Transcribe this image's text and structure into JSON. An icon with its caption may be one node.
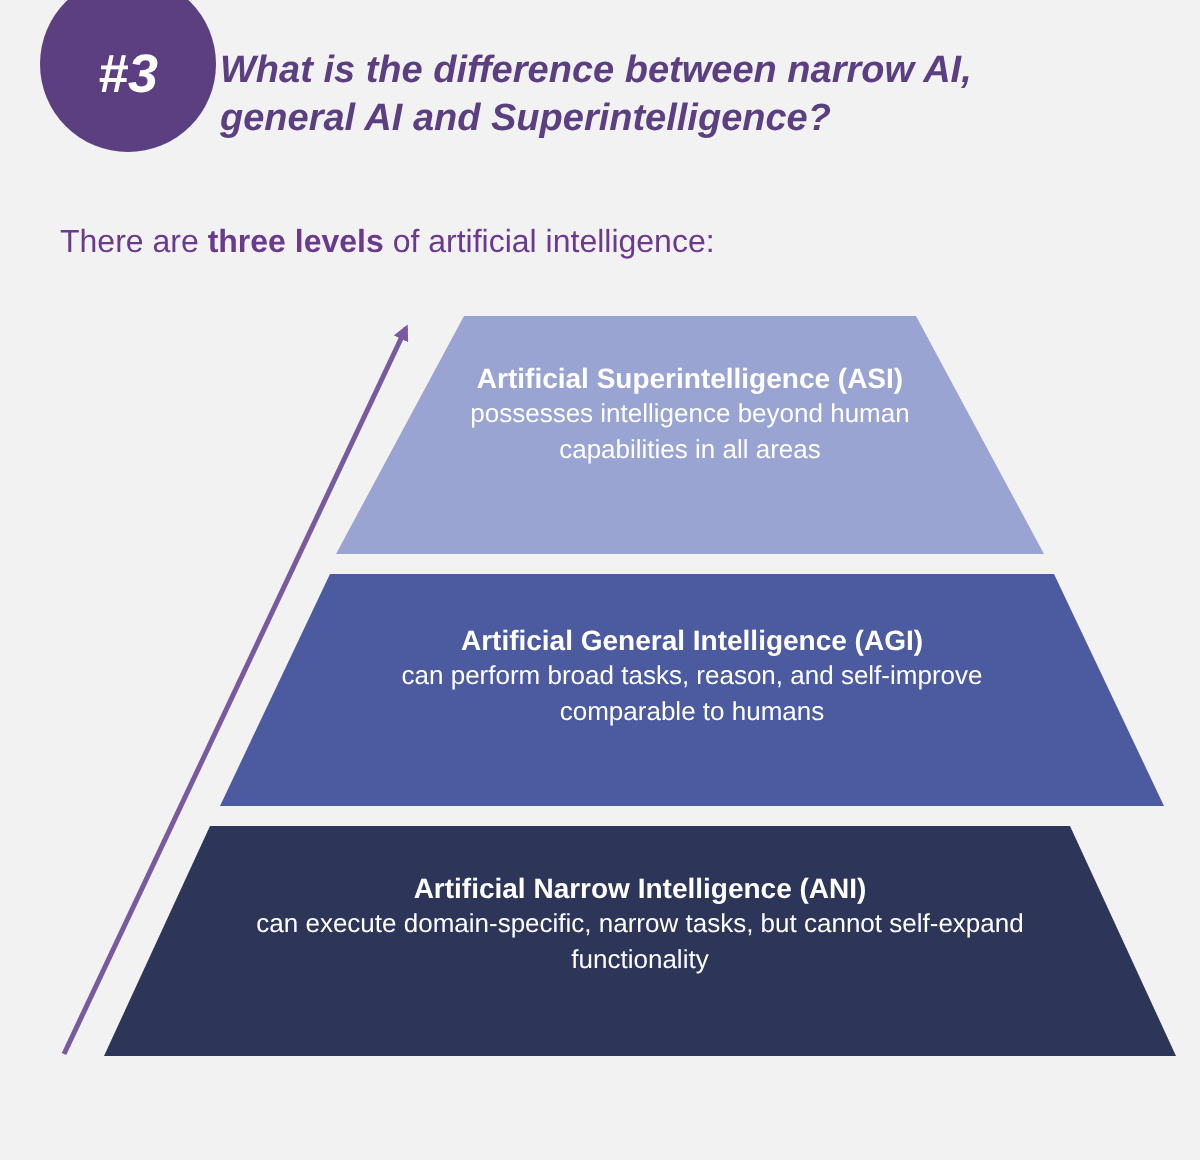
{
  "diagram": {
    "title": "What is the difference between narrow AI, general AI and Superintelligence?",
    "nodes": [
      {
        "text": [
          "#3"
        ]
      },
      {
        "text": [
          "Artificial Superintelligence (ASI)",
          "possesses intelligence beyond human capabilities in all areas"
        ]
      },
      {
        "text": [
          "Artificial General Intelligence (AGI)",
          "can perform broad tasks, reason, and self-improve comparable to humans"
        ]
      },
      {
        "text": [
          "Artificial Narrow Intelligence (ANI)",
          "can execute domain-specific, narrow tasks, but cannot self-expand functionality"
        ]
      }
    ],
    "labels": [
      "There are **three levels** of artificial intelligence:"
    ]
  }
}
